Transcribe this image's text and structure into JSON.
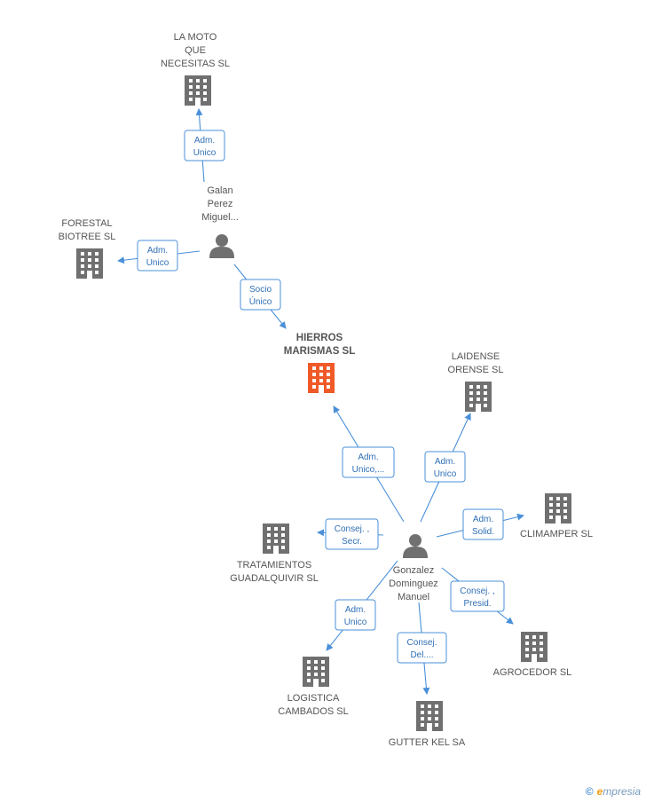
{
  "colors": {
    "edge": "#4a90d9",
    "building": "#707070",
    "building_main": "#f05a28",
    "person": "#707070",
    "label": "#555555"
  },
  "nodes": [
    {
      "id": "la-moto",
      "type": "company",
      "lines": [
        "LA MOTO",
        "QUE",
        "NECESITAS  SL"
      ]
    },
    {
      "id": "galan",
      "type": "person",
      "lines": [
        "Galan",
        "Perez",
        "Miguel..."
      ]
    },
    {
      "id": "forestal",
      "type": "company",
      "lines": [
        "FORESTAL",
        "BIOTREE  SL"
      ]
    },
    {
      "id": "hierros",
      "type": "company-main",
      "lines": [
        "HIERROS",
        "MARISMAS SL"
      ]
    },
    {
      "id": "laidense",
      "type": "company",
      "lines": [
        "LAIDENSE",
        "ORENSE SL"
      ]
    },
    {
      "id": "climamper",
      "type": "company",
      "lines": [
        "CLIMAMPER SL"
      ]
    },
    {
      "id": "tratamientos",
      "type": "company",
      "lines": [
        "TRATAMIENTOS",
        "GUADALQUIVIR SL"
      ]
    },
    {
      "id": "gonzalez",
      "type": "person",
      "lines": [
        "Gonzalez",
        "Dominguez",
        "Manuel"
      ]
    },
    {
      "id": "agrocedor",
      "type": "company",
      "lines": [
        "AGROCEDOR SL"
      ]
    },
    {
      "id": "logistica",
      "type": "company",
      "lines": [
        "LOGISTICA",
        "CAMBADOS SL"
      ]
    },
    {
      "id": "gutter",
      "type": "company",
      "lines": [
        "GUTTER KEL SA"
      ]
    }
  ],
  "edges": [
    {
      "id": "e1",
      "lines": [
        "Adm.",
        "Unico"
      ]
    },
    {
      "id": "e2",
      "lines": [
        "Adm.",
        "Unico"
      ]
    },
    {
      "id": "e3",
      "lines": [
        "Socio",
        "Único"
      ]
    },
    {
      "id": "e4",
      "lines": [
        "Adm.",
        "Unico,..."
      ]
    },
    {
      "id": "e5",
      "lines": [
        "Adm.",
        "Unico"
      ]
    },
    {
      "id": "e6",
      "lines": [
        "Adm.",
        "Solid."
      ]
    },
    {
      "id": "e7",
      "lines": [
        "Consej. ,",
        "Secr."
      ]
    },
    {
      "id": "e8",
      "lines": [
        "Consej. ,",
        "Presid."
      ]
    },
    {
      "id": "e9",
      "lines": [
        "Adm.",
        "Unico"
      ]
    },
    {
      "id": "e10",
      "lines": [
        "Consej.",
        "Del...."
      ]
    }
  ],
  "watermark": {
    "copyright": "©",
    "brand_initial": "e",
    "brand_rest": "mpresia"
  }
}
